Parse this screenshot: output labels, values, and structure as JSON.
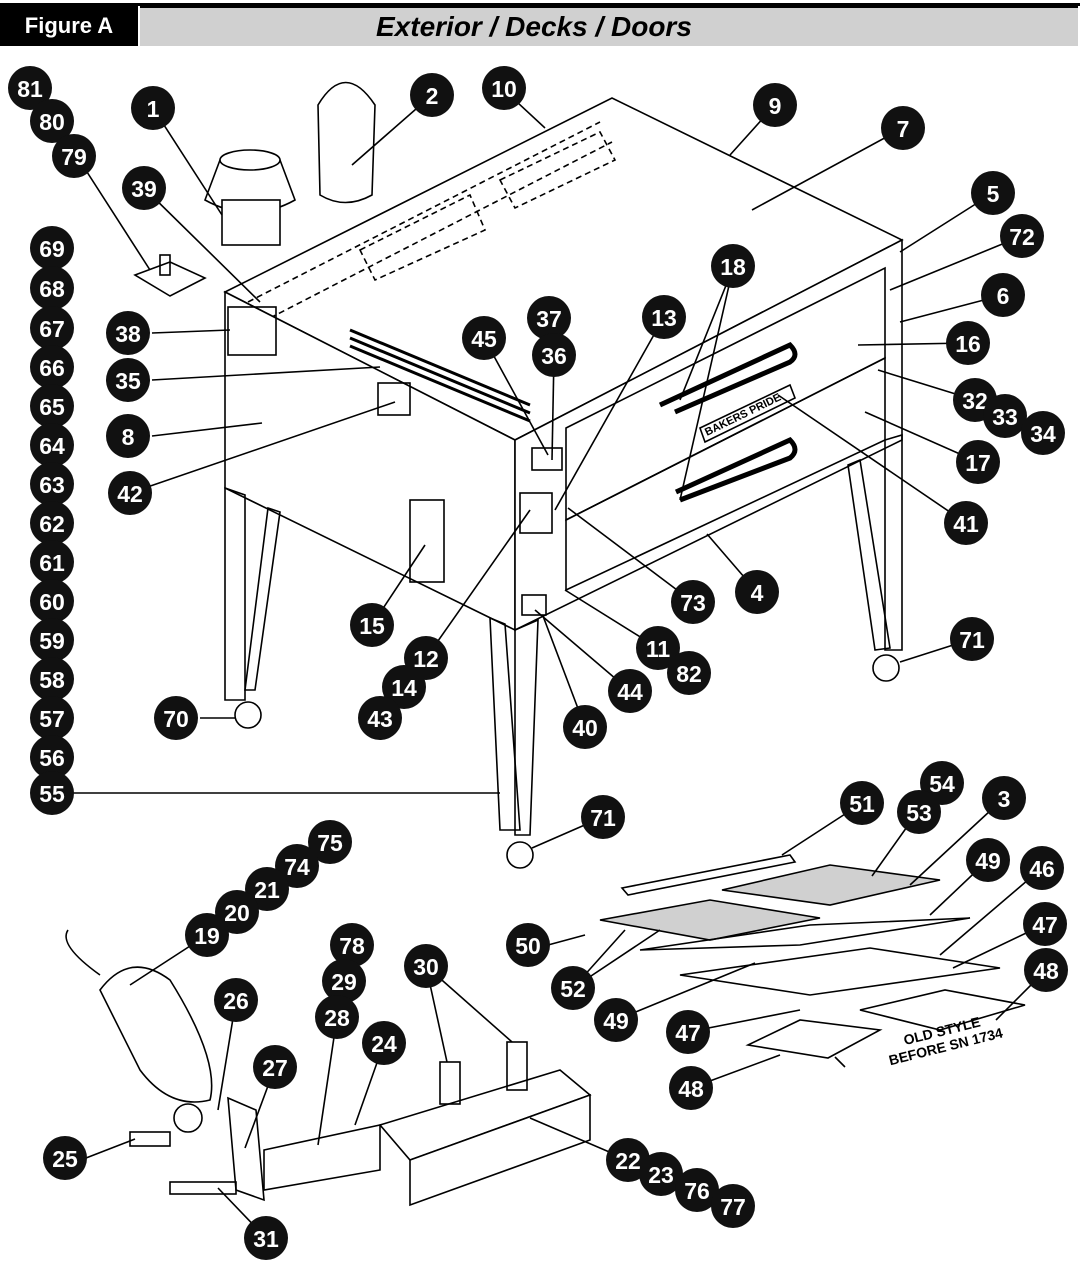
{
  "header": {
    "figure_label": "Figure A",
    "title": "Exterior / Decks / Doors"
  },
  "brand_plate": "BAKERS PRIDE",
  "note": {
    "line1": "OLD STYLE",
    "line2": "BEFORE SN 1734"
  },
  "callouts": [
    {
      "num": "81"
    },
    {
      "num": "80"
    },
    {
      "num": "79"
    },
    {
      "num": "1"
    },
    {
      "num": "2"
    },
    {
      "num": "10"
    },
    {
      "num": "9"
    },
    {
      "num": "7"
    },
    {
      "num": "39"
    },
    {
      "num": "5"
    },
    {
      "num": "72"
    },
    {
      "num": "6"
    },
    {
      "num": "69"
    },
    {
      "num": "68"
    },
    {
      "num": "67"
    },
    {
      "num": "66"
    },
    {
      "num": "65"
    },
    {
      "num": "64"
    },
    {
      "num": "63"
    },
    {
      "num": "62"
    },
    {
      "num": "61"
    },
    {
      "num": "60"
    },
    {
      "num": "59"
    },
    {
      "num": "58"
    },
    {
      "num": "57"
    },
    {
      "num": "56"
    },
    {
      "num": "55"
    },
    {
      "num": "38"
    },
    {
      "num": "35"
    },
    {
      "num": "8"
    },
    {
      "num": "42"
    },
    {
      "num": "45"
    },
    {
      "num": "37"
    },
    {
      "num": "36"
    },
    {
      "num": "13"
    },
    {
      "num": "18"
    },
    {
      "num": "16"
    },
    {
      "num": "32"
    },
    {
      "num": "33"
    },
    {
      "num": "34"
    },
    {
      "num": "17"
    },
    {
      "num": "41"
    },
    {
      "num": "4"
    },
    {
      "num": "73"
    },
    {
      "num": "15"
    },
    {
      "num": "12"
    },
    {
      "num": "14"
    },
    {
      "num": "43"
    },
    {
      "num": "11"
    },
    {
      "num": "82"
    },
    {
      "num": "44"
    },
    {
      "num": "40"
    },
    {
      "num": "70"
    },
    {
      "num": "71"
    },
    {
      "num": "71"
    },
    {
      "num": "51"
    },
    {
      "num": "54"
    },
    {
      "num": "53"
    },
    {
      "num": "3"
    },
    {
      "num": "49"
    },
    {
      "num": "46"
    },
    {
      "num": "47"
    },
    {
      "num": "48"
    },
    {
      "num": "50"
    },
    {
      "num": "52"
    },
    {
      "num": "49"
    },
    {
      "num": "47"
    },
    {
      "num": "48"
    },
    {
      "num": "75"
    },
    {
      "num": "74"
    },
    {
      "num": "21"
    },
    {
      "num": "20"
    },
    {
      "num": "19"
    },
    {
      "num": "78"
    },
    {
      "num": "29"
    },
    {
      "num": "28"
    },
    {
      "num": "30"
    },
    {
      "num": "26"
    },
    {
      "num": "27"
    },
    {
      "num": "24"
    },
    {
      "num": "25"
    },
    {
      "num": "31"
    },
    {
      "num": "22"
    },
    {
      "num": "23"
    },
    {
      "num": "76"
    },
    {
      "num": "77"
    }
  ]
}
